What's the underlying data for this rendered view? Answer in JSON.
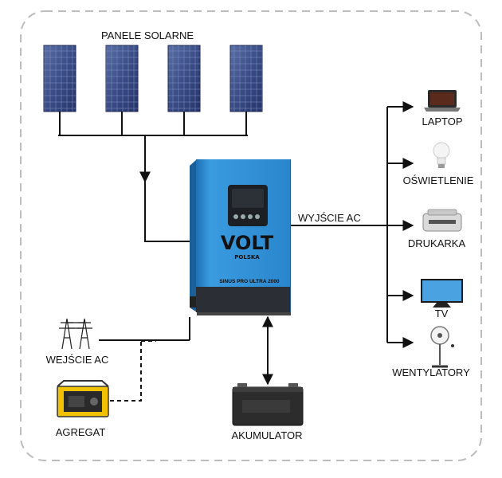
{
  "labels": {
    "panels": "PANELE SOLARNE",
    "ac_output": "WYJŚCIE AC",
    "ac_input": "WEJŚCIE AC",
    "generator": "AGREGAT",
    "battery": "AKUMULATOR",
    "laptop": "LAPTOP",
    "lighting": "OŚWIETLENIE",
    "printer": "DRUKARKA",
    "tv": "TV",
    "fans": "WENTYLATORY"
  },
  "inverter": {
    "logo": "VOLT",
    "logo_sub": "POLSKA",
    "model": "SINUS PRO ULTRA 2000"
  },
  "colors": {
    "inverter_blue": "#2f8fd3",
    "inverter_dark": "#2b2e34",
    "panel_blue": "#3b4f86",
    "line": "#111111",
    "border_dash": "#bdbdbd"
  },
  "icons": [
    "solar-panel-icon",
    "laptop-icon",
    "light-bulb-icon",
    "printer-icon",
    "tv-icon",
    "fan-icon",
    "power-pylon-icon",
    "generator-icon",
    "battery-icon"
  ]
}
